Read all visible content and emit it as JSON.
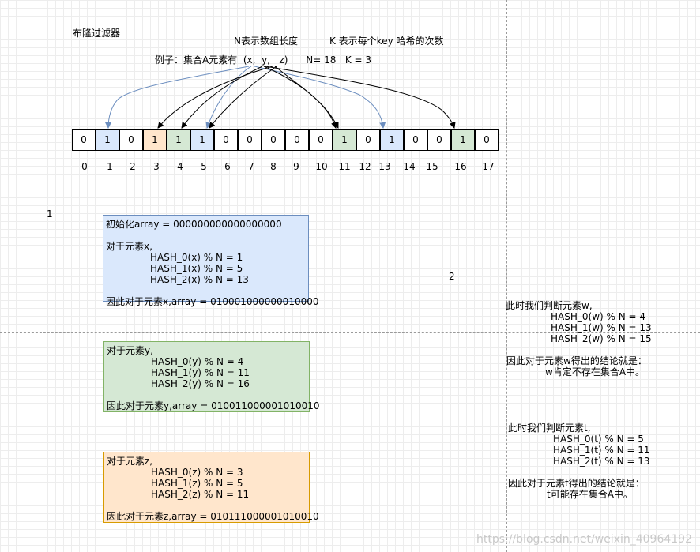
{
  "title": "布隆过滤器",
  "legend_n": "N表示数组长度",
  "legend_k": "K 表示每个key 哈希的次数",
  "example": "例子：集合A元素有  (x,  y,   z)      N= 18   K = 3",
  "cells": [
    "0",
    "1",
    "0",
    "1",
    "1",
    "1",
    "0",
    "0",
    "0",
    "0",
    "0",
    "1",
    "0",
    "1",
    "0",
    "0",
    "1",
    "0"
  ],
  "indices": [
    "0",
    "1",
    "2",
    "3",
    "4",
    "5",
    "6",
    "7",
    "8",
    "9",
    "10",
    "11",
    "12",
    "13",
    "14",
    "15",
    "16",
    "17"
  ],
  "cell_colors": [
    "#ffffff",
    "#dae8fc",
    "#ffffff",
    "#ffe6cc",
    "#d5e8d4",
    "#dae8fc",
    "#ffffff",
    "#ffffff",
    "#ffffff",
    "#ffffff",
    "#ffffff",
    "#d5e8d4",
    "#ffffff",
    "#dae8fc",
    "#ffffff",
    "#ffffff",
    "#d5e8d4",
    "#ffffff"
  ],
  "page_mark_1": "1",
  "page_mark_2": "2",
  "box_x": {
    "lines": [
      "初始化array = 000000000000000000",
      "",
      "对于元素x,",
      "HASH_0(x) % N = 1",
      "HASH_1(x) % N = 5",
      "HASH_2(x) % N = 13",
      "",
      "因此对于元素x,array = 010001000000010000"
    ],
    "fill": "#dae8fc",
    "stroke": "#6c8ebf"
  },
  "box_y": {
    "lines": [
      "对于元素y,",
      "HASH_0(y) % N = 4",
      "HASH_1(y) % N = 11",
      "HASH_2(y) % N = 16",
      "",
      "因此对于元素y,array = 010011000001010010"
    ],
    "fill": "#d5e8d4",
    "stroke": "#82b366"
  },
  "box_z": {
    "lines": [
      "对于元素z,",
      "HASH_0(z) % N = 3",
      "HASH_1(z) % N = 5",
      "HASH_2(z) % N = 11",
      "",
      "因此对于元素z,array = 010111000001010010"
    ],
    "fill": "#ffe6cc",
    "stroke": "#d79b00"
  },
  "note_w": {
    "lines": [
      "此时我们判断元素w,",
      "HASH_0(w) % N = 4",
      "HASH_1(w) % N = 13",
      "HASH_2(w) % N = 15",
      "",
      "因此对于元素w得出的结论就是：",
      "w肯定不存在集合A中。"
    ]
  },
  "note_t": {
    "lines": [
      "此时我们判断元素t,",
      "HASH_0(t) % N = 5",
      "HASH_1(t) % N = 11",
      "HASH_2(t) % N = 13",
      "",
      "因此对于元素t得出的结论就是：",
      "t可能存在集合A中。"
    ]
  },
  "watermark": "https://blog.csdn.net/weixin_40964192"
}
